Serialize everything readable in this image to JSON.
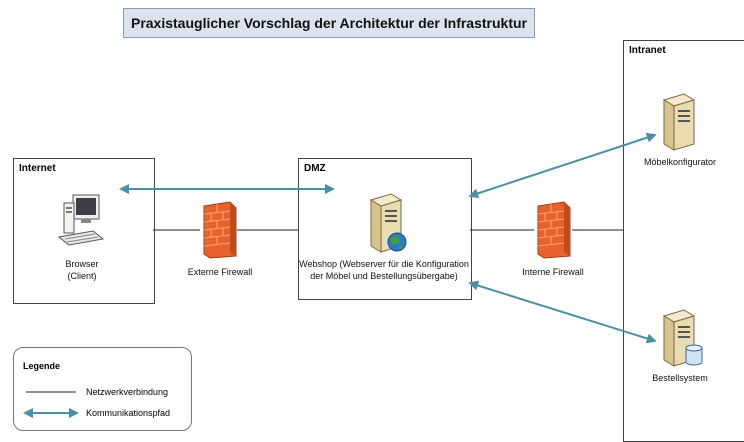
{
  "title": "Praxistauglicher Vorschlag der Architektur der Infrastruktur",
  "zones": {
    "internet": "Internet",
    "dmz": "DMZ",
    "intranet": "Intranet"
  },
  "nodes": {
    "browser": [
      "Browser",
      "(Client)"
    ],
    "external_firewall": "Externe Firewall",
    "webshop": [
      "Webshop (Webserver für die Konfiguration",
      "der Möbel und Bestellungsübergabe)"
    ],
    "internal_firewall": "Interne Firewall",
    "moebelkonfigurator": "Möbelkonfigurator",
    "bestellsystem": "Bestellsystem"
  },
  "legend": {
    "title": "Legende",
    "network_connection": "Netzwerkverbindung",
    "communication_path": "Kommunikationspfad"
  },
  "colors": {
    "arrow": "#4a90a4",
    "firewall": "#e8622c",
    "server": "#e6d7a8",
    "title_bg": "#dce3ee"
  }
}
